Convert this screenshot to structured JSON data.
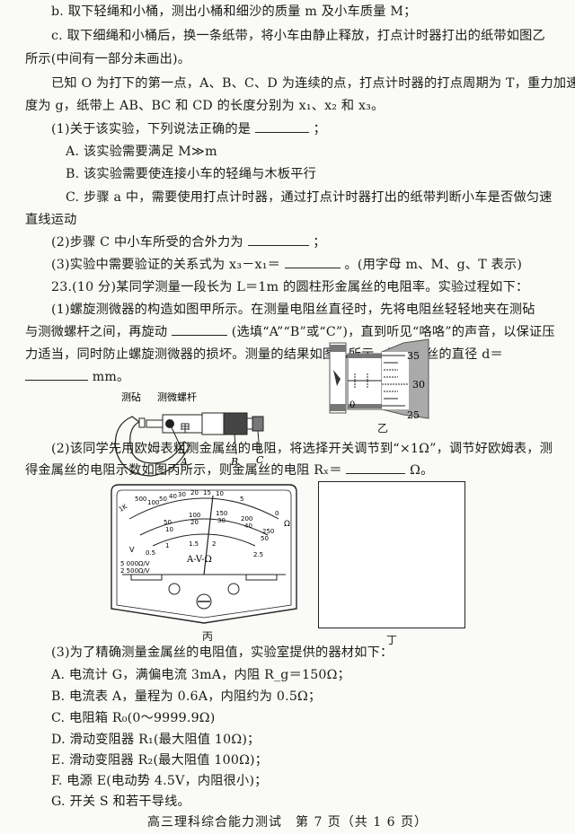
{
  "lines": {
    "b": "b. 取下轻绳和小桶，测出小桶和细沙的质量 m 及小车质量 M；",
    "c1": "c. 取下细绳和小桶后，换一条纸带，将小车由静止释放，打点计时器打出的纸带如图乙",
    "c2": "所示(中间有一部分未画出)。",
    "known1": "已知 O 为打下的第一点，A、B、C、D 为连续的点，打点计时器的打点周期为 T，重力加速",
    "known2": "度为 g，纸带上 AB、BC 和 CD 的长度分别为 x₁、x₂ 和 x₃。",
    "q1": "(1)关于该实验，下列说法正确的是",
    "q1_end": "；",
    "optA": "A. 该实验需要满足 M≫m",
    "optB": "B. 该实验需要使连接小车的轻绳与木板平行",
    "optC1": "C. 步骤 a 中，需要使用打点计时器，通过打点计时器打出的纸带判断小车是否做匀速",
    "optC2": "直线运动",
    "q2": "(2)步骤 C 中小车所受的合外力为",
    "q2_end": "；",
    "q3": "(3)实验中需要验证的关系式为 x₃－x₁＝",
    "q3_end": "。(用字母 m、M、g、T 表示)",
    "p23": "23.(10 分)某同学测量一段长为 L＝1m 的圆柱形金属丝的电阻率。实验过程如下：",
    "p23_1a": "(1)螺旋测微器的构造如图甲所示。在测量电阻丝直径时，先将电阻丝轻轻地夹在测砧",
    "p23_1b": "与测微螺杆之间，再旋动",
    "p23_1b_end": "(选填“A”“B”或“C”)，直到听见“咯咯”的声音，以保证压",
    "p23_1c": "力适当，同时防止螺旋测微器的损坏。测量的结果如图乙所示，则金属丝的直径 d＝",
    "p23_1d_end": "mm。",
    "p23_2a": "(2)该同学先用欧姆表粗测金属丝的电阻，将选择开关调节到“×1Ω”，调节好欧姆表，测",
    "p23_2b": "得金属丝的电阻示数如图丙所示，则金属丝的电阻 Rₓ＝",
    "p23_2b_end": "Ω。",
    "p23_3": "(3)为了精确测量金属丝的电阻值，实验室提供的器材如下：",
    "eqA": "A. 电流计 G，满偏电流 3mA，内阻 R_g＝150Ω；",
    "eqB": "B. 电流表 A，量程为 0.6A，内阻约为 0.5Ω；",
    "eqC": "C. 电阻箱 R₀(0～9999.9Ω)",
    "eqD": "D. 滑动变阻器 R₁(最大阻值 10Ω)；",
    "eqE": "E. 滑动变阻器 R₂(最大阻值 100Ω)；",
    "eqF": "F. 电源 E(电动势 4.5V，内阻很小)；",
    "eqG": "G. 开关 S 和若干导线。"
  },
  "figures": {
    "jia": {
      "caption": "甲",
      "label_anvil": "测砧",
      "label_spindle": "测微螺杆",
      "label_A": "A",
      "label_B": "B",
      "label_C": "C"
    },
    "yi": {
      "caption": "乙",
      "scale_35": "35",
      "scale_30": "30",
      "scale_25": "25",
      "scale_0": "0"
    },
    "bing": {
      "caption": "丙",
      "ohm_top": [
        "1K",
        "500",
        "100",
        "50",
        "40",
        "30",
        "20",
        "15",
        "10",
        "5",
        "0"
      ],
      "ohm_unit": "Ω",
      "dc_mid": [
        "50",
        "100",
        "150",
        "200",
        "250"
      ],
      "dc_mid2": [
        "10",
        "20",
        "30",
        "40",
        "50"
      ],
      "dc_low": [
        "0.5",
        "1",
        "1.5",
        "2",
        "2.5"
      ],
      "mark_2": "2",
      "ac_label": "~",
      "v_label": "V",
      "center_label": "A-V-Ω",
      "spec1": "5 000Ω/V",
      "spec2": "2 500Ω/V"
    },
    "ding": {
      "caption": "丁"
    }
  },
  "footer": "高三理科综合能力测试　第 7 页（共 1 6 页）"
}
